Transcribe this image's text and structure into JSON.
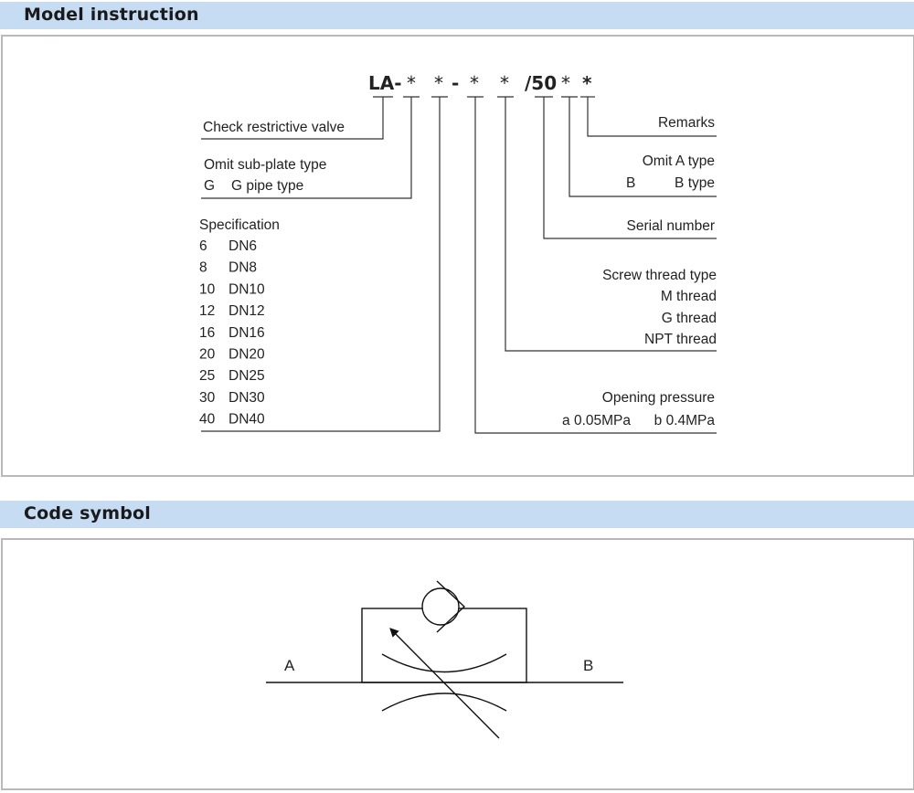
{
  "sections": {
    "model_title": "Model instruction",
    "symbol_title": "Code symbol"
  },
  "model_code": {
    "parts": [
      "LA-",
      "*",
      "*",
      "-",
      "*",
      "*",
      "/50",
      "*",
      "*"
    ]
  },
  "labels": {
    "check_valve": "Check restrictive  valve",
    "omit_subplate": "Omit  sub-plate  type",
    "g_code": "G",
    "g_pipe": "G pipe type",
    "spec_title": "Specification",
    "specs": [
      {
        "code": "6",
        "dn": "DN6"
      },
      {
        "code": "8",
        "dn": "DN8"
      },
      {
        "code": "10",
        "dn": "DN10"
      },
      {
        "code": "12",
        "dn": "DN12"
      },
      {
        "code": "16",
        "dn": "DN16"
      },
      {
        "code": "20",
        "dn": "DN20"
      },
      {
        "code": "25",
        "dn": "DN25"
      },
      {
        "code": "30",
        "dn": "DN30"
      },
      {
        "code": "40",
        "dn": "DN40"
      }
    ],
    "remarks": "Remarks",
    "omit_a": "Omit  A  type",
    "b_code": "B",
    "b_type": "B  type",
    "serial": "Serial number",
    "screw_title": "Screw thread type",
    "m_thread": "M  thread",
    "g_thread": "G  thread",
    "npt_thread": "NPT thread",
    "opening_title": "Opening pressure",
    "opening_a": "a  0.05MPa",
    "opening_b": "b  0.4MPa"
  },
  "symbol": {
    "port_a": "A",
    "port_b": "B"
  }
}
